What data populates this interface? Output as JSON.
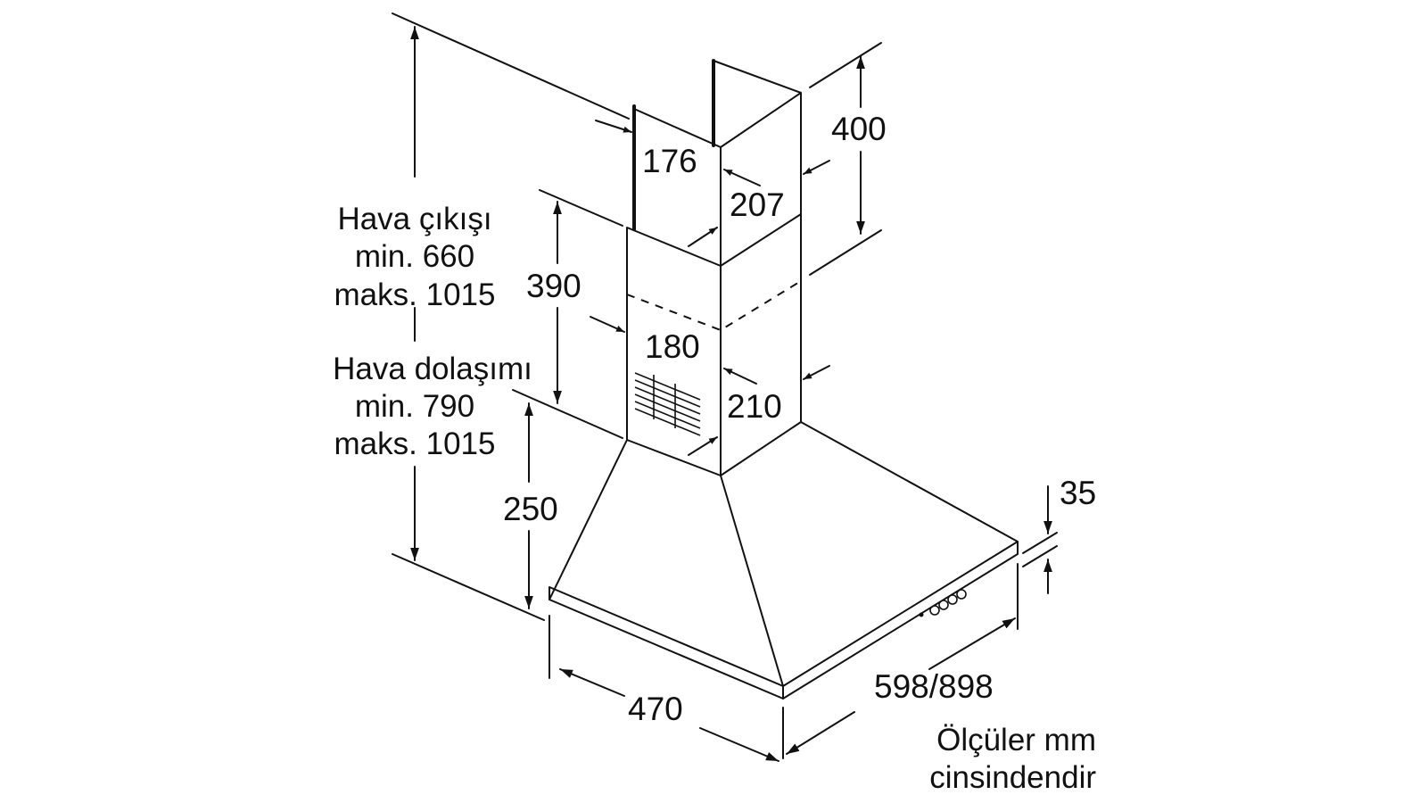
{
  "labels": {
    "air_outlet": [
      "Hava çıkışı",
      "min. 660",
      "maks. 1015"
    ],
    "air_circulation": [
      "Hava dolaşımı",
      "min. 790",
      "maks. 1015"
    ],
    "units": [
      "Ölçüler mm",
      "cinsindendir"
    ]
  },
  "dimensions": {
    "d176": "176",
    "d207": "207",
    "d400": "400",
    "d390": "390",
    "d180": "180",
    "d210": "210",
    "d250": "250",
    "d35": "35",
    "d470": "470",
    "d598_898": "598/898"
  }
}
